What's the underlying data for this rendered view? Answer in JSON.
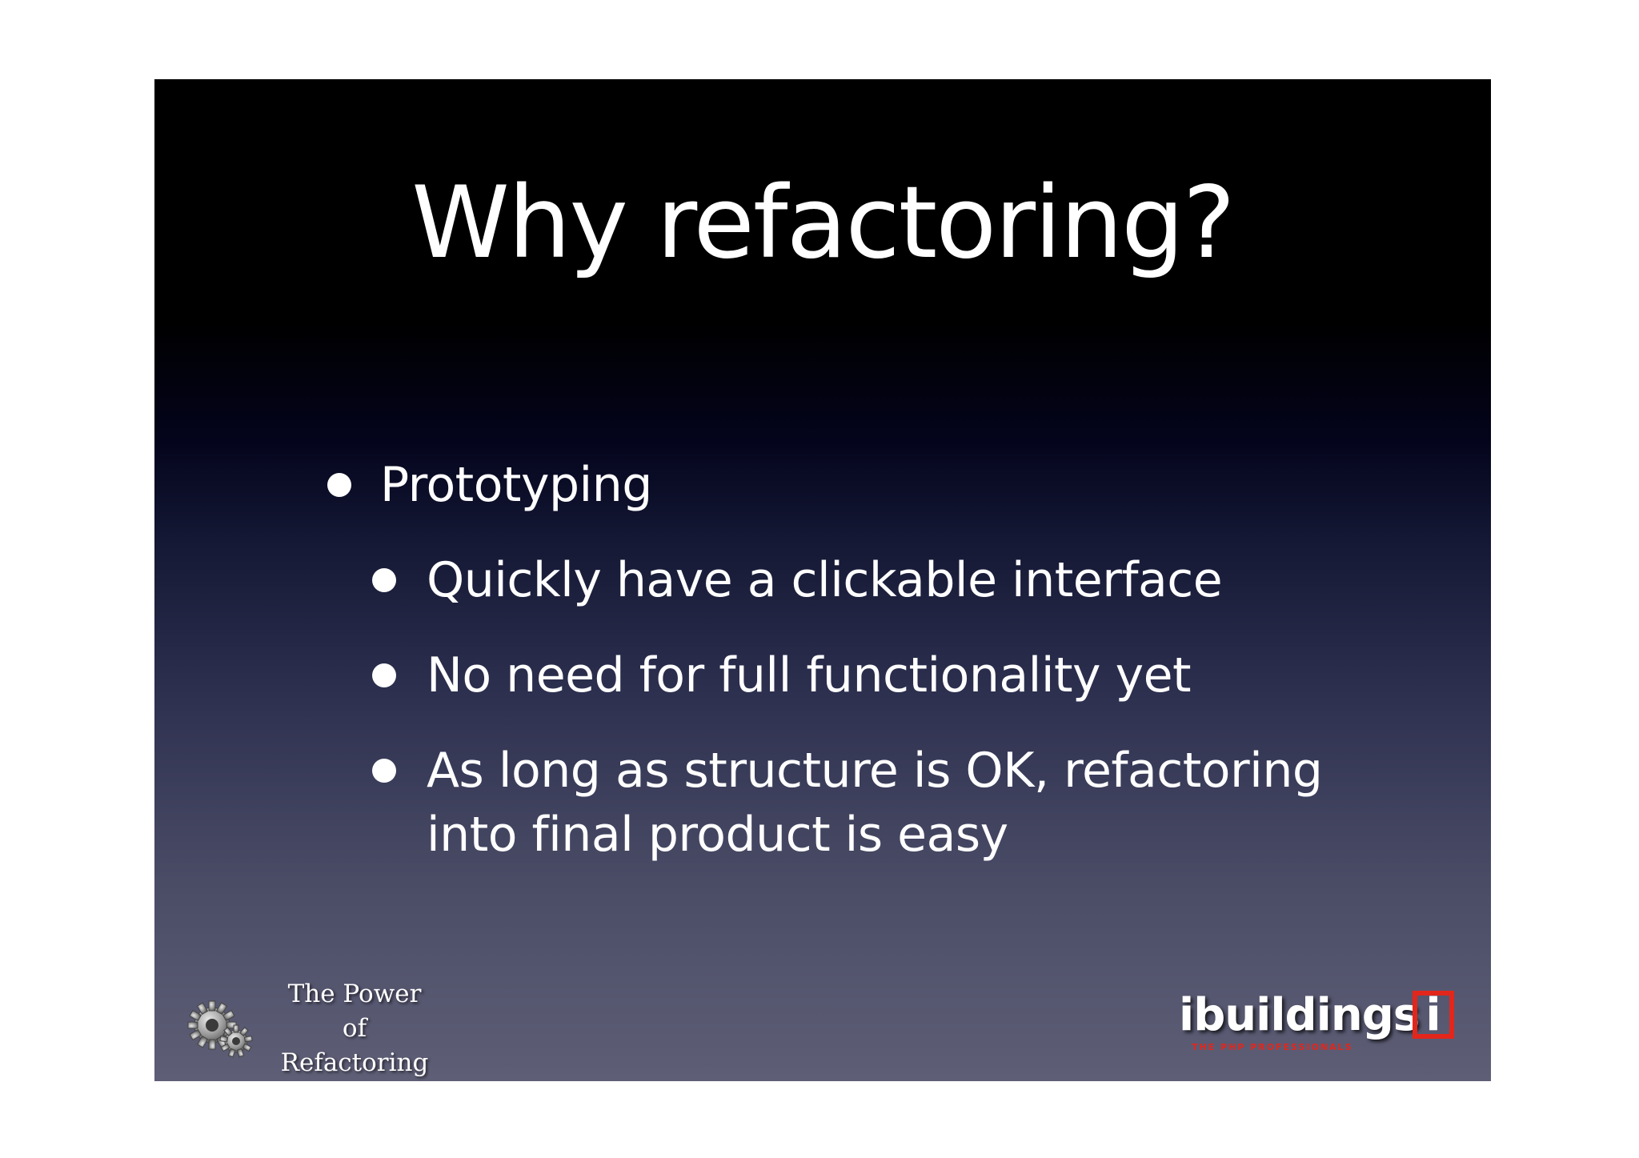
{
  "slide": {
    "title": "Why refactoring?",
    "bullets": [
      {
        "level": 1,
        "text": "Prototyping"
      },
      {
        "level": 2,
        "text": "Quickly have a clickable interface"
      },
      {
        "level": 2,
        "text": "No need for full functionality yet"
      },
      {
        "level": 2,
        "lines": [
          "As long as structure is OK, refactoring",
          "into final product is easy"
        ]
      }
    ]
  },
  "footer": {
    "presentation_title_line1": "The Power of",
    "presentation_title_line2": "Refactoring",
    "logo_icon": "gears-icon"
  },
  "logo": {
    "word": "ibuildings",
    "bracket_letter": "i",
    "tagline": "THE PHP PROFESSIONALS",
    "accent_color": "#e3261c"
  }
}
